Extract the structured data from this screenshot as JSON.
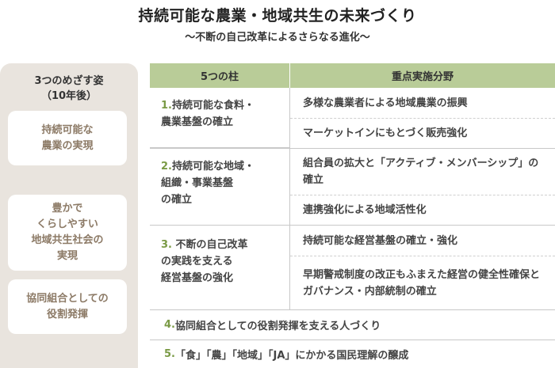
{
  "header": {
    "title": "持続可能な農業・地域共生の未来づくり",
    "subtitle": "～不断の自己改革によるさらなる進化～"
  },
  "goals": {
    "heading_line1": "3つのめざす姿",
    "heading_line2": "（10年後）",
    "items": [
      "持続可能な\n農業の実現",
      "豊かで\nくらしやすい\n地域共生社会の\n実現",
      "協同組合としての\n役割発揮"
    ]
  },
  "table": {
    "col1_header": "5つの柱",
    "col2_header": "重点実施分野",
    "pillars": [
      {
        "num": "1.",
        "text": "持続可能な食料・\n農業基盤の確立"
      },
      {
        "num": "2.",
        "text": "持続可能な地域・\n組織・事業基盤\nの確立"
      },
      {
        "num": "3.",
        "text": " 不断の自己改革\nの実践を支える\n経営基盤の強化"
      }
    ],
    "areas": [
      "多様な農業者による地域農業の振興",
      "マーケットインにもとづく販売強化",
      "組合員の拡大と「アクティブ・メンバーシップ」の確立",
      "連携強化による地域活性化",
      "持続可能な経営基盤の確立・強化",
      "早期警戒制度の改正もふまえた経営の健全性確保とガバナンス・内部統制の確立"
    ],
    "pillar4": {
      "num": "4.",
      "text": " 協同組合としての役割発揮を支える人づくり"
    },
    "pillar5": {
      "num": "5.",
      "text": "「食」「農」「地域」「JA」にかかる国民理解の醸成"
    }
  }
}
